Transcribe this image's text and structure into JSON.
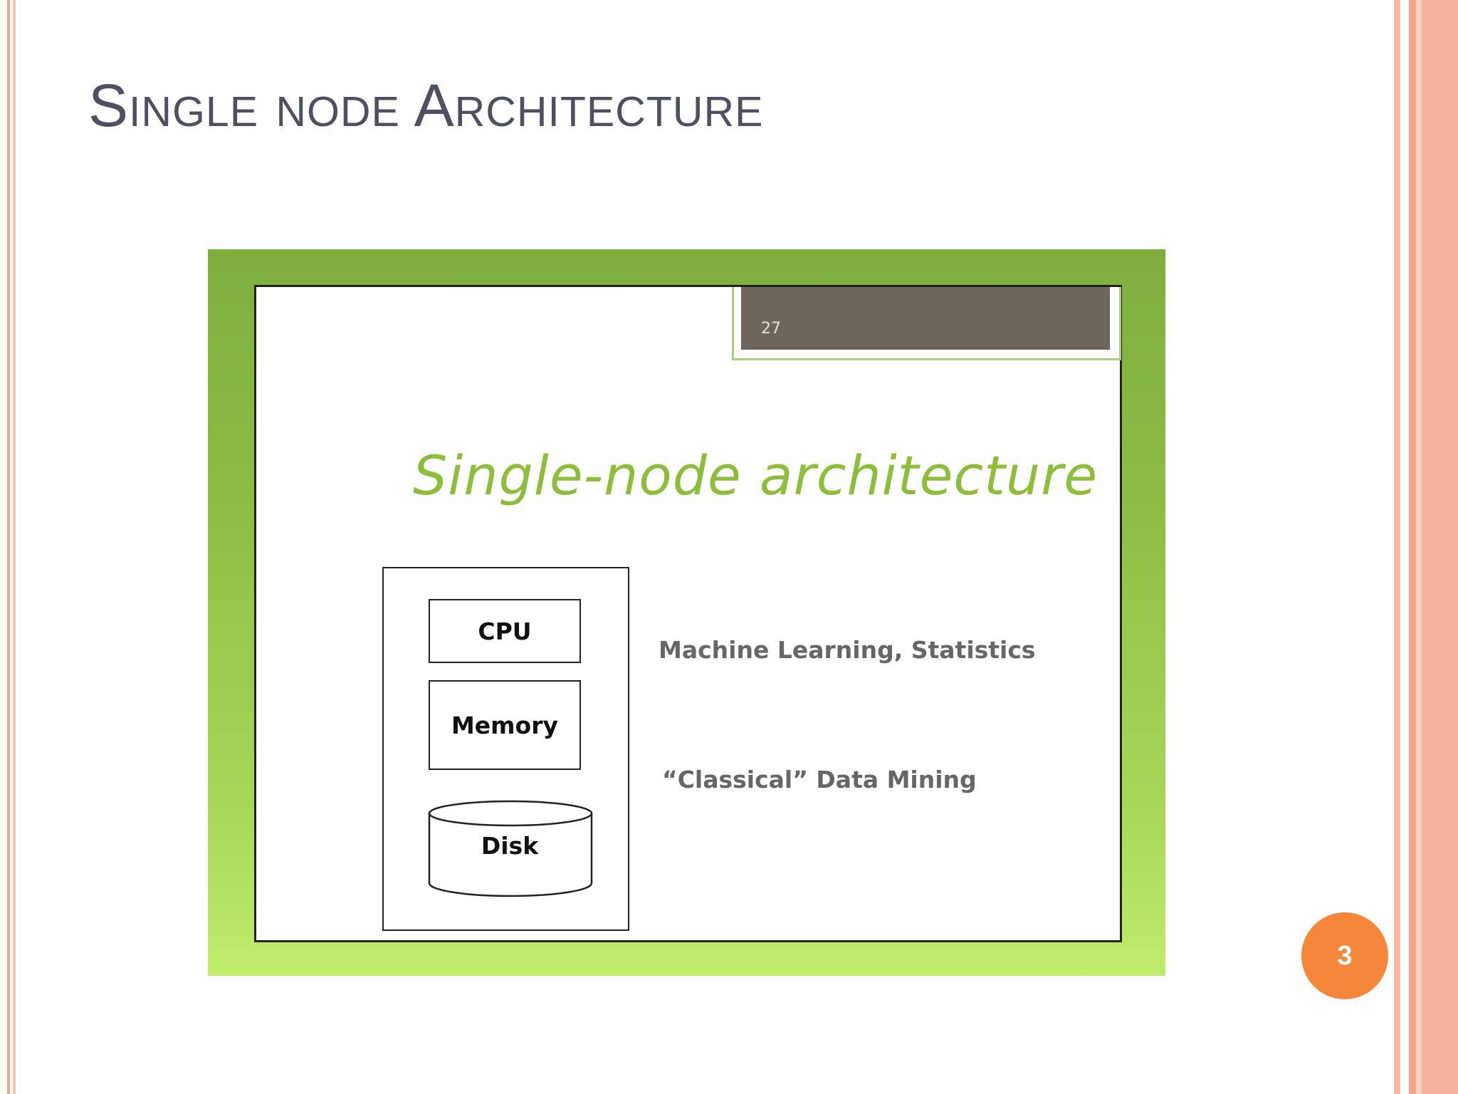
{
  "slide": {
    "title": "Single node Architecture",
    "page_number": "3"
  },
  "embedded_slide": {
    "slide_number": "27",
    "title": "Single-node architecture",
    "components": {
      "cpu": "CPU",
      "memory": "Memory",
      "disk": "Disk"
    },
    "descriptions": {
      "ml_stats": "Machine Learning, Statistics",
      "data_mining": "“Classical” Data Mining"
    }
  },
  "colors": {
    "accent_stripe": "#f4a48a",
    "title_text": "#4d5060",
    "embedded_title": "#8dbe3a",
    "frame_green": "#8dbd45",
    "badge": "#f5873a"
  }
}
